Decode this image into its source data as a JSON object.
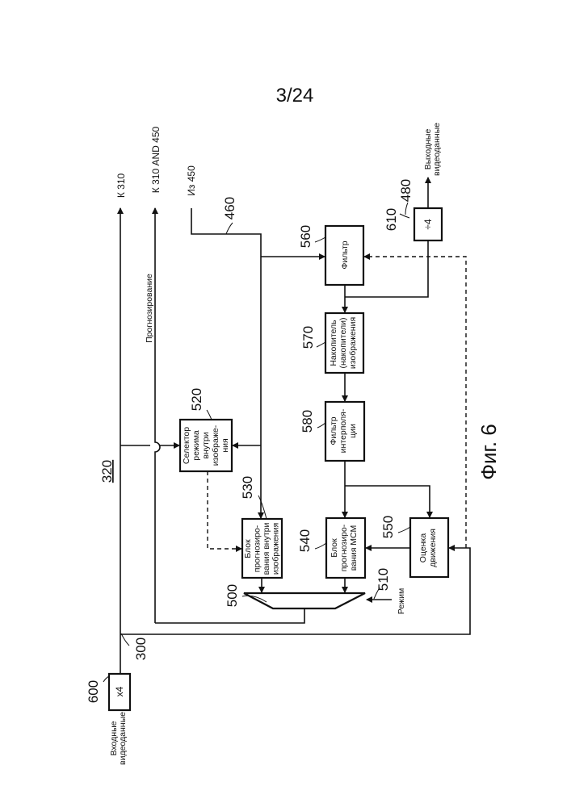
{
  "sheet": "3/24",
  "figure": "Фиг. 6",
  "block_ref": "320",
  "outputs": {
    "k310": "К  310",
    "k310_450": "К  310 AND 450",
    "from450": "Из  450",
    "prediction": "Прогнозирование",
    "output_video": [
      "Выходные",
      "видеоданные"
    ],
    "input_video": [
      "Входные",
      "видеоданные"
    ],
    "mode": "Режим"
  },
  "blocks": {
    "b600": {
      "ref": "600",
      "label": "x4"
    },
    "b610": {
      "ref": "610",
      "label": "÷4"
    },
    "b560": {
      "ref": "560",
      "label": "Фильтр"
    },
    "b570": {
      "ref": "570",
      "lines": [
        "Накопитель",
        "(накопители)",
        "изображения"
      ]
    },
    "b580": {
      "ref": "580",
      "lines": [
        "Фильтр",
        "интерполя-",
        "ции"
      ]
    },
    "b540": {
      "ref": "540",
      "lines": [
        "Блок",
        "прогнозиро-",
        "вания МСМ"
      ]
    },
    "b550": {
      "ref": "550",
      "lines": [
        "Оценка",
        "движения"
      ]
    },
    "b520": {
      "ref": "520",
      "lines": [
        "Селектор",
        "режима",
        "внутри",
        "изображе-",
        "ния"
      ]
    },
    "b530": {
      "ref": "530",
      "lines": [
        "Блок",
        "прогнозиро-",
        "вания внутри",
        "изображения"
      ]
    },
    "b500": {
      "ref": "500"
    },
    "b510": {
      "ref": "510"
    }
  },
  "lines": {
    "l300": "300",
    "l460": "460",
    "l480": "480"
  }
}
